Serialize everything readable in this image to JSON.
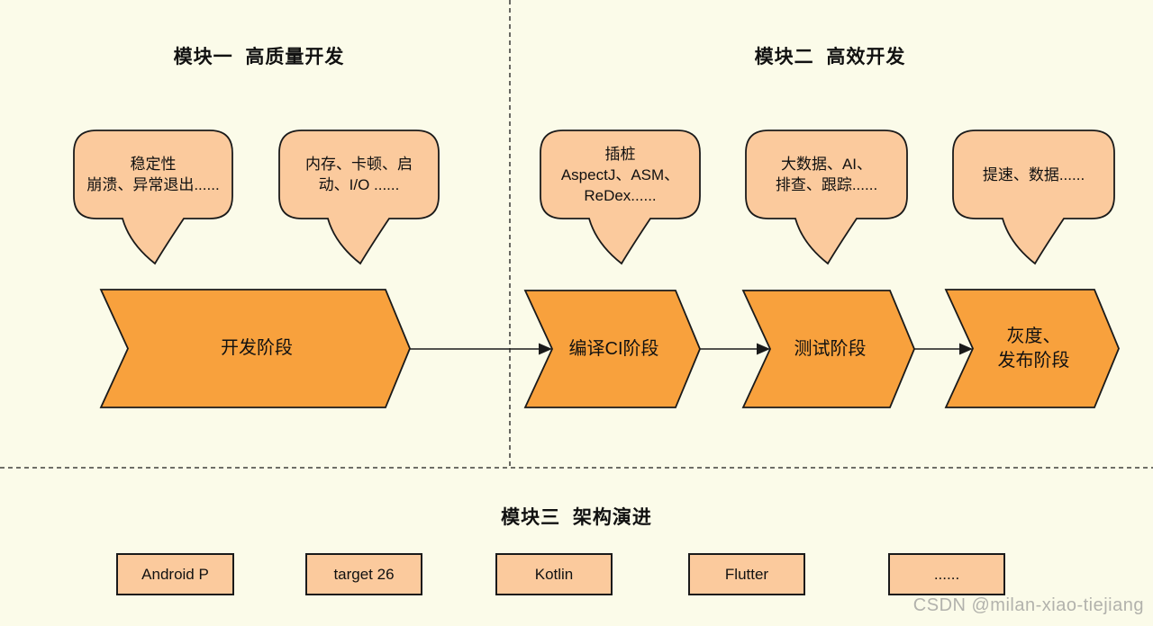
{
  "page": {
    "watermark": "CSDN @milan-xiao-tiejiang"
  },
  "modules": [
    {
      "title": "模块一  高质量开发"
    },
    {
      "title": "模块二  高效开发"
    },
    {
      "title": "模块三  架构演进"
    }
  ],
  "callouts": [
    {
      "text": "稳定性\n崩溃、异常退出......"
    },
    {
      "text": "内存、卡顿、启\n动、I/O ......"
    },
    {
      "text": "插桩\nAspectJ、ASM、\nReDex......"
    },
    {
      "text": "大数据、AI、\n排查、跟踪......"
    },
    {
      "text": "提速、数据......"
    }
  ],
  "stages": [
    {
      "label": "开发阶段"
    },
    {
      "label": "编译CI阶段"
    },
    {
      "label": "测试阶段"
    },
    {
      "label": "灰度、\n发布阶段"
    }
  ],
  "architecture_items": [
    {
      "label": "Android P"
    },
    {
      "label": "target 26"
    },
    {
      "label": "Kotlin"
    },
    {
      "label": "Flutter"
    },
    {
      "label": "......"
    }
  ],
  "colors": {
    "background": "#FBFBE9",
    "callout_fill": "#FBCA9D",
    "stage_fill": "#F8A13D",
    "box_fill": "#FBCA9D",
    "outline": "#1A1A1A",
    "watermark": "#B2B2AC"
  }
}
